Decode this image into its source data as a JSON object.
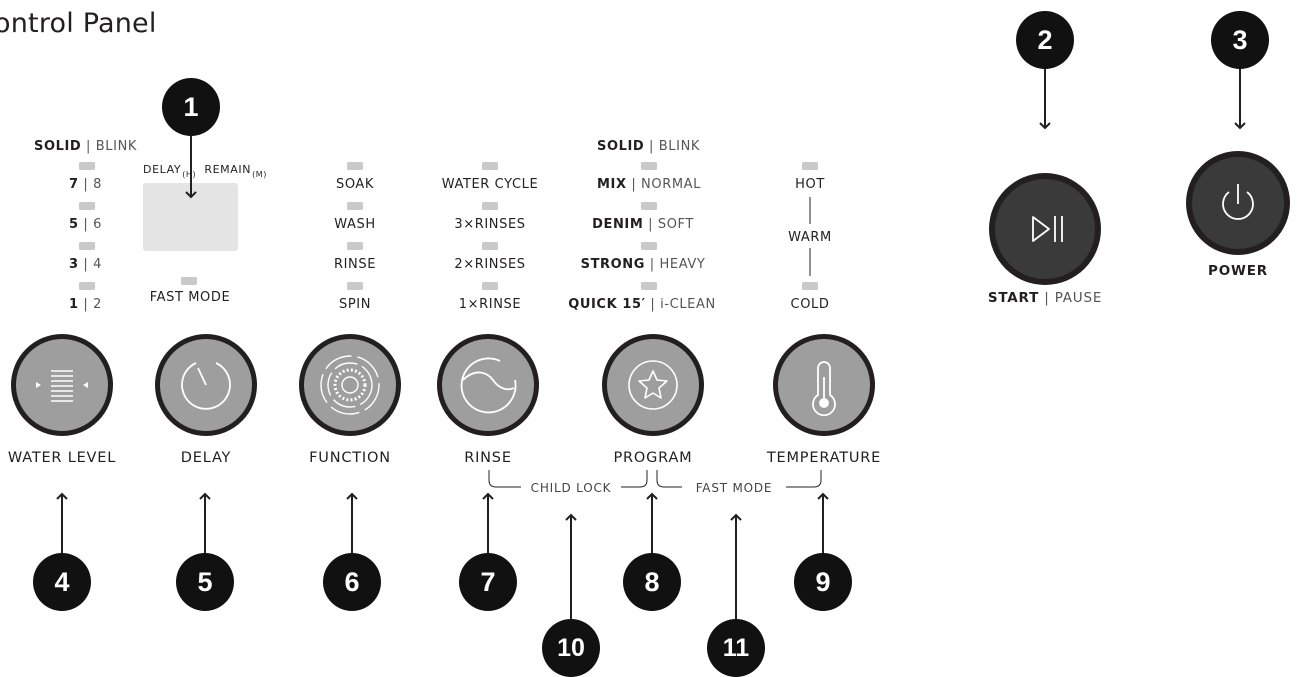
{
  "title": "ontrol Panel",
  "water_level": {
    "header_solid": "SOLID",
    "header_sep": " | ",
    "header_blink": "BLINK",
    "rows": [
      {
        "solid": "7",
        "blink": "8"
      },
      {
        "solid": "5",
        "blink": "6"
      },
      {
        "solid": "3",
        "blink": "4"
      },
      {
        "solid": "1",
        "blink": "2"
      }
    ],
    "button_label": "WATER LEVEL"
  },
  "delay": {
    "delay_label": "DELAY",
    "delay_sub": "(H)",
    "remain_label": "REMAIN",
    "remain_sub": "(M)",
    "fast_mode": "FAST MODE",
    "button_label": "DELAY"
  },
  "function": {
    "items": [
      "SOAK",
      "WASH",
      "RINSE",
      "SPIN"
    ],
    "button_label": "FUNCTION"
  },
  "rinse": {
    "items": [
      "WATER CYCLE",
      "3×RINSES",
      "2×RINSES",
      "1×RINSE"
    ],
    "button_label": "RINSE"
  },
  "program": {
    "header_solid": "SOLID",
    "header_sep": " | ",
    "header_blink": "BLINK",
    "rows": [
      {
        "solid": "MIX",
        "blink": "NORMAL"
      },
      {
        "solid": "DENIM",
        "blink": "SOFT"
      },
      {
        "solid": "STRONG",
        "blink": "HEAVY"
      },
      {
        "solid": "QUICK 15′",
        "blink": "i-CLEAN"
      }
    ],
    "button_label": "PROGRAM"
  },
  "temperature": {
    "hot": "HOT",
    "warm": "WARM",
    "cold": "COLD",
    "button_label": "TEMPERATURE"
  },
  "start": {
    "solid": "START",
    "sep": " | ",
    "blink": "PAUSE"
  },
  "power": {
    "label": "POWER"
  },
  "combos": {
    "child_lock": "CHILD LOCK",
    "fast_mode": "FAST MODE"
  },
  "callouts": [
    "1",
    "2",
    "3",
    "4",
    "5",
    "6",
    "7",
    "8",
    "9",
    "10",
    "11"
  ],
  "colors": {
    "button_ring": "#231f20",
    "button_face": "#9e9e9e",
    "led": "#c9c9c9",
    "callout": "#111111"
  }
}
